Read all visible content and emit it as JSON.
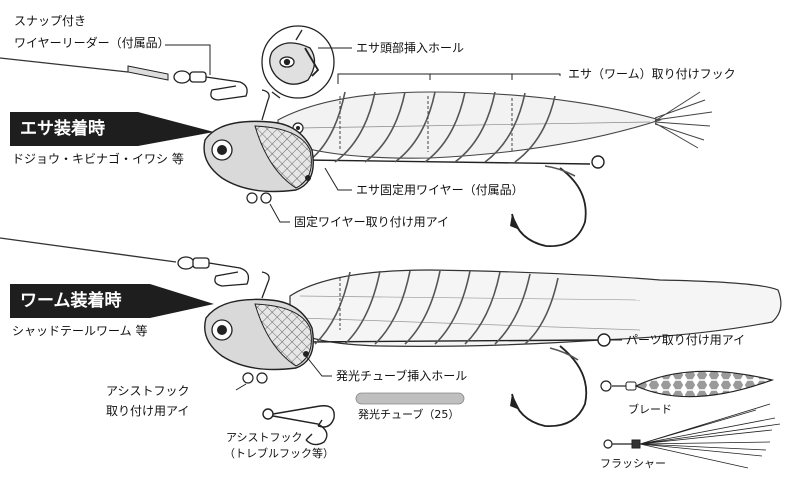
{
  "colors": {
    "line": "#1a1a1a",
    "fill_gray": "#d9d9d9",
    "banner_bg": "#1e1e1e",
    "glow_tube": "#bfbfbf"
  },
  "labels": {
    "snap_wire_leader": [
      "スナップ付き",
      "ワイヤーリーダー（付属品）"
    ],
    "bait_head_hole": "エサ頭部挿入ホール",
    "bait_hook": "エサ（ワーム）取り付けフック",
    "bait_mode_title": "エサ装着時",
    "bait_mode_examples": "ドジョウ・キビナゴ・イワシ 等",
    "fixing_wire": "エサ固定用ワイヤー（付属品）",
    "fixing_wire_eye": "固定ワイヤー取り付け用アイ",
    "worm_mode_title": "ワーム装着時",
    "worm_mode_examples": "シャッドテールワーム 等",
    "parts_eye": "パーツ取り付け用アイ",
    "glow_tube_hole": "発光チューブ挿入ホール",
    "glow_tube": "発光チューブ（25）",
    "assist_hook_eye": [
      "アシストフック",
      "取り付け用アイ"
    ],
    "blade": "ブレード",
    "assist_hook": [
      "アシストフック",
      "（トレブルフック等）"
    ],
    "flasher": "フラッシャー"
  }
}
